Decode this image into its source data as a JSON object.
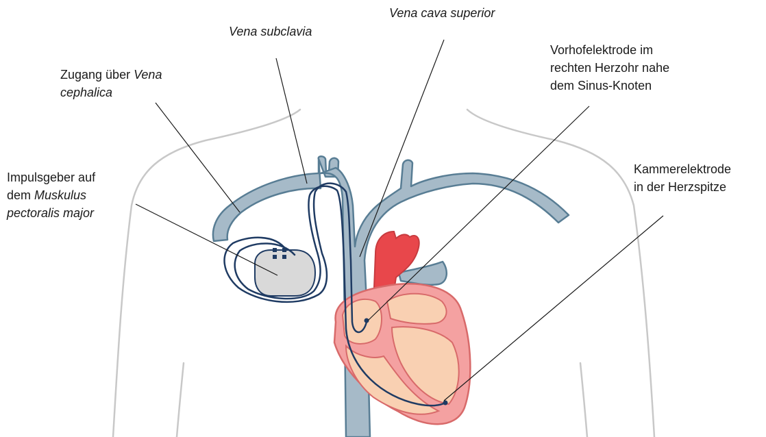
{
  "labels": {
    "vena_cava": {
      "text": "Vena cava superior"
    },
    "vena_subclavia": {
      "text": "Vena subclavia"
    },
    "zugang": {
      "line1_prefix": "Zugang über ",
      "line1_italic": "Vena",
      "line2_italic": "cephalica"
    },
    "impuls": {
      "line1": "Impulsgeber auf",
      "line2_prefix": "dem ",
      "line2_italic": "Muskulus",
      "line3_italic": "pectoralis major"
    },
    "vorhof": {
      "line1": "Vorhofelektrode im",
      "line2": "rechten Herzohr nahe",
      "line3": "dem Sinus-Knoten"
    },
    "kammer": {
      "line1": "Kammerelektrode",
      "line2": "in der Herzspitze"
    }
  },
  "colors": {
    "body_outline": "#c8c8c8",
    "vein_fill": "#a6bac8",
    "vein_stroke": "#587d94",
    "artery_fill": "#e8474b",
    "heart_fill": "#f4a1a1",
    "heart_stroke": "#d86a6a",
    "heart_chamber": "#f9d0b2",
    "lead_wire": "#1f3b63",
    "device_fill": "#d9d9d9",
    "leader_line": "#1a1a1a"
  }
}
